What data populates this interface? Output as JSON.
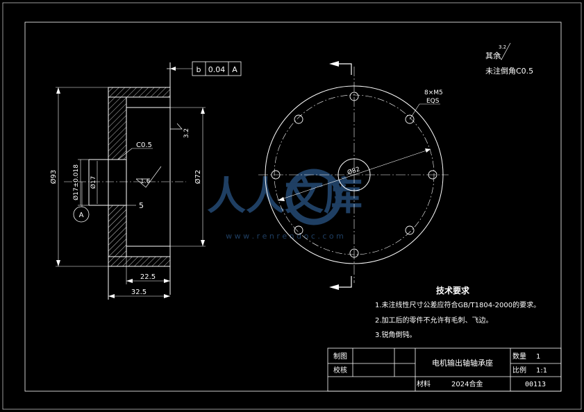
{
  "gdt": {
    "datum": "b",
    "tolerance": "0.04",
    "ref": "A"
  },
  "surface": {
    "other_label": "其余",
    "other_value": "3.2",
    "r32": "3.2",
    "r16": "1.6"
  },
  "notes": {
    "unchamfer": "未注倒角C0.5"
  },
  "dims": {
    "phi93": "Ø93",
    "phi72": "Ø72",
    "phi17": "Ø17",
    "phi17_fit": "Ø17±0.018",
    "c05": "C0.5",
    "d5": "5",
    "d22_5": "22.5",
    "d32_5": "32.5",
    "holes": "8×M5",
    "eqs": "EQS",
    "phi82": "Ø82",
    "datum_a": "A"
  },
  "tech": {
    "title": "技术要求",
    "items": [
      "1.未注线性尺寸公差应符合GB/T1804-2000的要求。",
      "2.加工后的零件不允许有毛刺、飞边。",
      "3.锐角倒钝。"
    ]
  },
  "title_block": {
    "drawn_label": "制图",
    "checked_label": "校核",
    "part_name": "电机输出轴轴承座",
    "qty_label": "数量",
    "qty_value": "1",
    "scale_label": "比例",
    "scale_value": "1:1",
    "material_label": "材料",
    "material_value": "2024合金",
    "drawing_no": "00113"
  },
  "watermark": {
    "text": "人人文库",
    "url": "w w w . r e n r e n d o c . c o m"
  },
  "colors": {
    "background": "#000000",
    "line": "#ffffff",
    "watermark": "#1f3f63"
  }
}
